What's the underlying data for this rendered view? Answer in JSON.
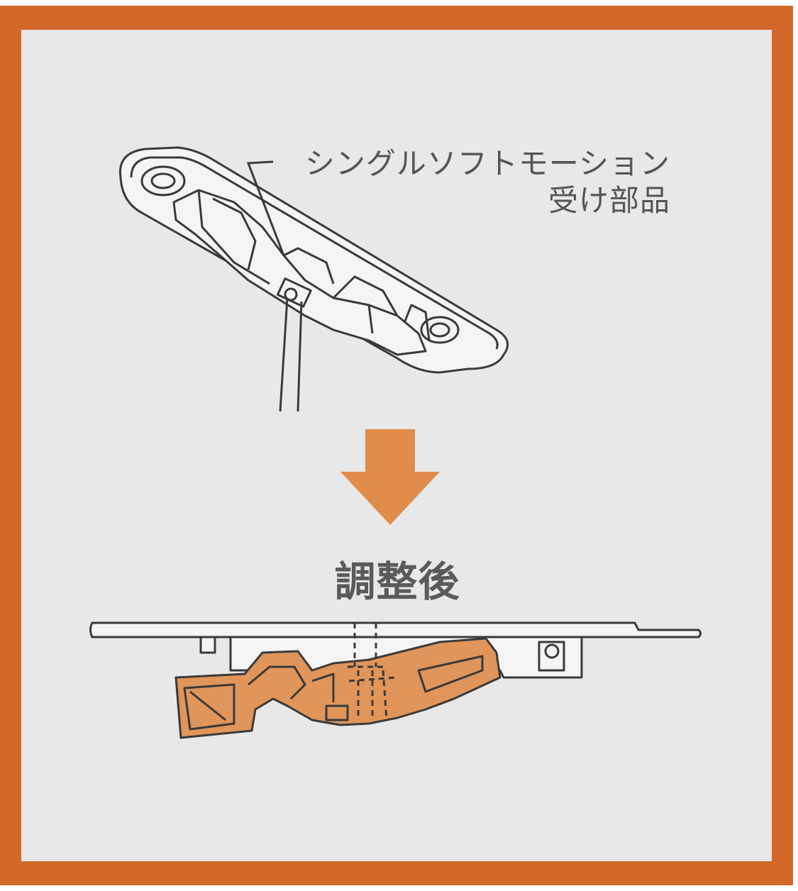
{
  "colors": {
    "border": "#d2692a",
    "panel": "#e8e8e8",
    "line": "#3a3a3a",
    "part_fill": "#e0955a",
    "arrow": "#e08c4a",
    "text": "#555555"
  },
  "labels": {
    "part_name_line1": "シングルソフトモーション",
    "part_name_line2": "受け部品",
    "after_adjustment": "調整後"
  },
  "icons": {
    "arrow": "down-arrow-icon"
  }
}
